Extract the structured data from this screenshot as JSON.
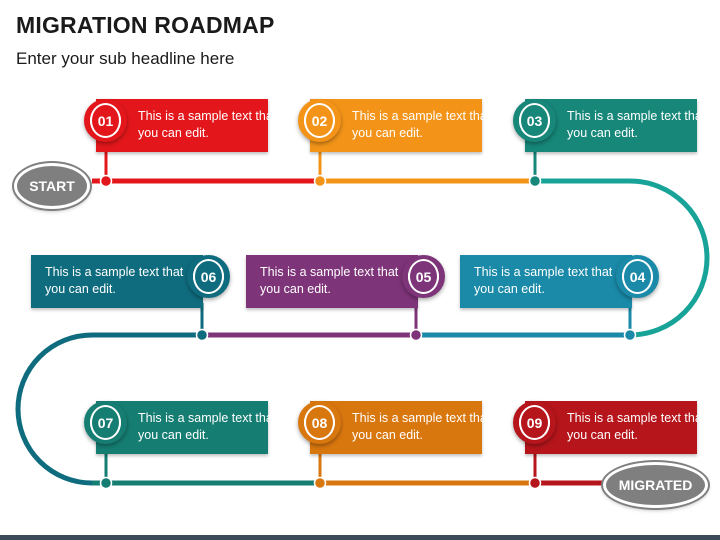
{
  "title": "MIGRATION ROADMAP",
  "subtitle": "Enter your sub headline here",
  "start_label": "START",
  "end_label": "MIGRATED",
  "steps": [
    {
      "num": "01",
      "text": "This is a sample text that you can edit.",
      "color": "#e3171b"
    },
    {
      "num": "02",
      "text": "This is a sample text that you can edit.",
      "color": "#f39419"
    },
    {
      "num": "03",
      "text": "This is a sample text that you can edit.",
      "color": "#17877a"
    },
    {
      "num": "04",
      "text": "This is a sample text that you can edit.",
      "color": "#1a8aa8"
    },
    {
      "num": "05",
      "text": "This is a sample text that you can edit.",
      "color": "#7e3479"
    },
    {
      "num": "06",
      "text": "This is a sample text that you can edit.",
      "color": "#0f6c7e"
    },
    {
      "num": "07",
      "text": "This is a sample text that you can edit.",
      "color": "#157d72"
    },
    {
      "num": "08",
      "text": "This is a sample text that you can edit.",
      "color": "#d9770f"
    },
    {
      "num": "09",
      "text": "This is a sample text that you can edit.",
      "color": "#b5151b"
    }
  ],
  "connector_colors": [
    "#17a398",
    "#1a8aa8",
    "#0f6c7e"
  ],
  "footer_color": "#3d4a5c"
}
